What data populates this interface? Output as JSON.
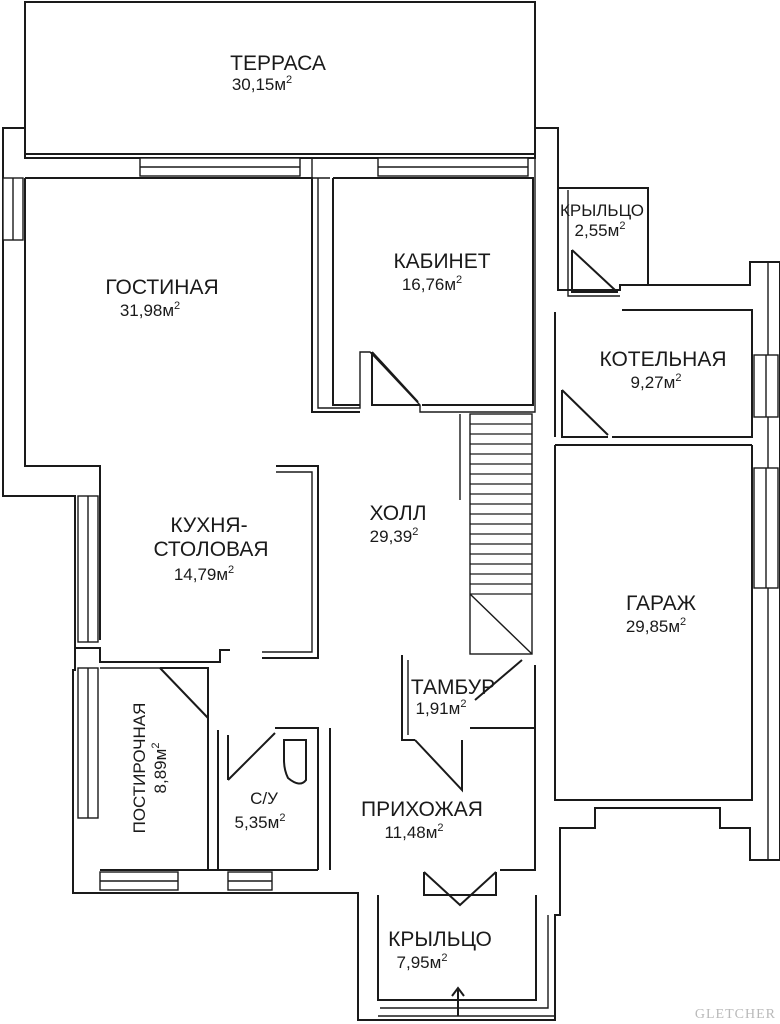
{
  "rooms": {
    "terrace": {
      "name": "ТЕРРАСА",
      "area": "30,15м",
      "sup": "2"
    },
    "porch_top": {
      "name": "КРЫЛЬЦО",
      "area": "2,55м",
      "sup": "2"
    },
    "living": {
      "name": "ГОСТИНАЯ",
      "area": "31,98м",
      "sup": "2"
    },
    "study": {
      "name": "КАБИНЕТ",
      "area": "16,76м",
      "sup": "2"
    },
    "boiler": {
      "name": "КОТЕЛЬНАЯ",
      "area": "9,27м",
      "sup": "2"
    },
    "kitchen": {
      "name_line1": "КУХНЯ-",
      "name_line2": "СТОЛОВАЯ",
      "area": "14,79м",
      "sup": "2"
    },
    "hall": {
      "name": "ХОЛЛ",
      "area": "29,39",
      "sup": "2"
    },
    "garage": {
      "name": "ГАРАЖ",
      "area": "29,85м",
      "sup": "2"
    },
    "vestibule": {
      "name": "ТАМБУР",
      "area": "1,91м",
      "sup": "2"
    },
    "laundry": {
      "name": "ПОСТИРОЧНАЯ",
      "area": "8,89м",
      "sup": "2"
    },
    "bathroom": {
      "name": "С/У",
      "area": "5,35м",
      "sup": "2"
    },
    "entrance": {
      "name": "ПРИХОЖАЯ",
      "area": "11,48м",
      "sup": "2"
    },
    "porch_bottom": {
      "name": "КРЫЛЬЦО",
      "area": "7,95м",
      "sup": "2"
    }
  },
  "watermark": "GLETCHER",
  "colors": {
    "ink": "#1a1a1a",
    "background": "#ffffff",
    "watermark": "#b9b9b9"
  }
}
